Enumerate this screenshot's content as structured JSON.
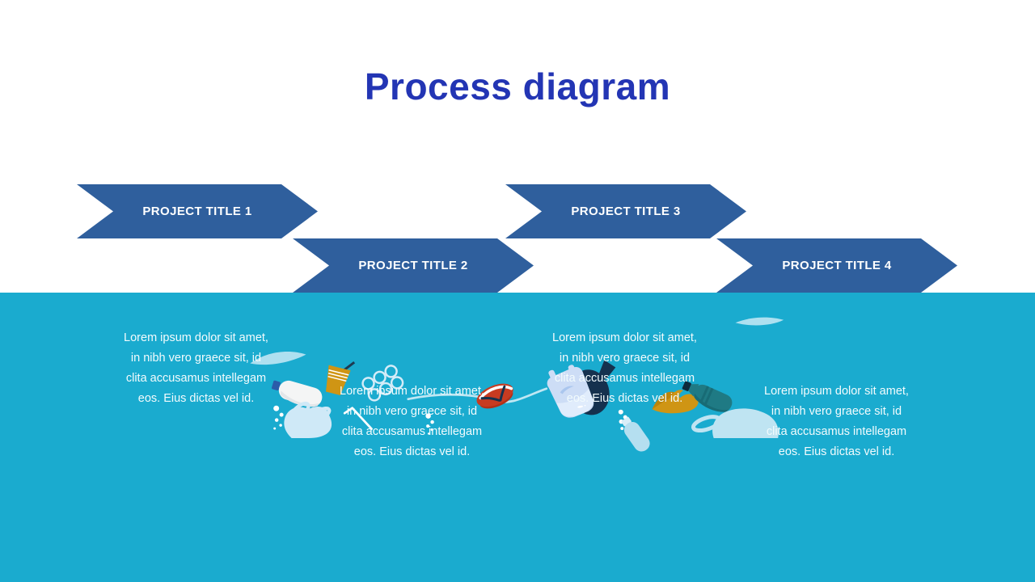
{
  "slide": {
    "title": "Process diagram"
  },
  "steps": [
    {
      "label": "PROJECT TITLE 1",
      "description": "Lorem ipsum dolor sit amet,\nin nibh vero graece sit, id\nclita accusamus intellegam\neos. Eius dictas vel id."
    },
    {
      "label": "PROJECT TITLE 2",
      "description": "Lorem ipsum dolor sit amet,\nin nibh vero graece sit, id\nclita accusamus intellegam\neos. Eius dictas vel id."
    },
    {
      "label": "PROJECT TITLE 3",
      "description": "Lorem ipsum dolor sit amet,\nin nibh vero graece sit, id\nclita accusamus intellegam\neos. Eius dictas vel id."
    },
    {
      "label": "PROJECT TITLE 4",
      "description": "Lorem ipsum dolor sit amet,\nin nibh vero graece sit, id\nclita accusamus intellegam\neos. Eius dictas vel id."
    }
  ],
  "colors": {
    "title_blue": "#2335b4",
    "arrow_blue": "#2f5f9d",
    "ocean_teal": "#1aabcf",
    "wave_light": "#aee0f0",
    "navy_trash": "#15314e",
    "flipflop_red": "#c73b21",
    "gold": "#cf9514",
    "bottle_teal": "#1f7a84",
    "bag_light_blue": "#cfe9f7",
    "bag_periwinkle": "#cdddf6",
    "bottle_cap_blue": "#2b5ca9",
    "bottle_cap_dark": "#0e2b3c",
    "text_white": "#ffffff"
  },
  "scene": {
    "items": [
      "wave-crescent-left",
      "wave-crescent-right",
      "wave-line",
      "plastic-bottle-icon",
      "plastic-bag-left-icon",
      "paper-cup-icon",
      "six-pack-rings-icon",
      "drinking-straw-icon",
      "bubbles-icon",
      "flip-flop-icon",
      "trash-bag-fish-icon",
      "plastic-bag-middle-icon",
      "rising-bottle-icon",
      "rubber-glove-icon",
      "teal-bottle-icon",
      "plastic-bag-right-icon"
    ]
  }
}
